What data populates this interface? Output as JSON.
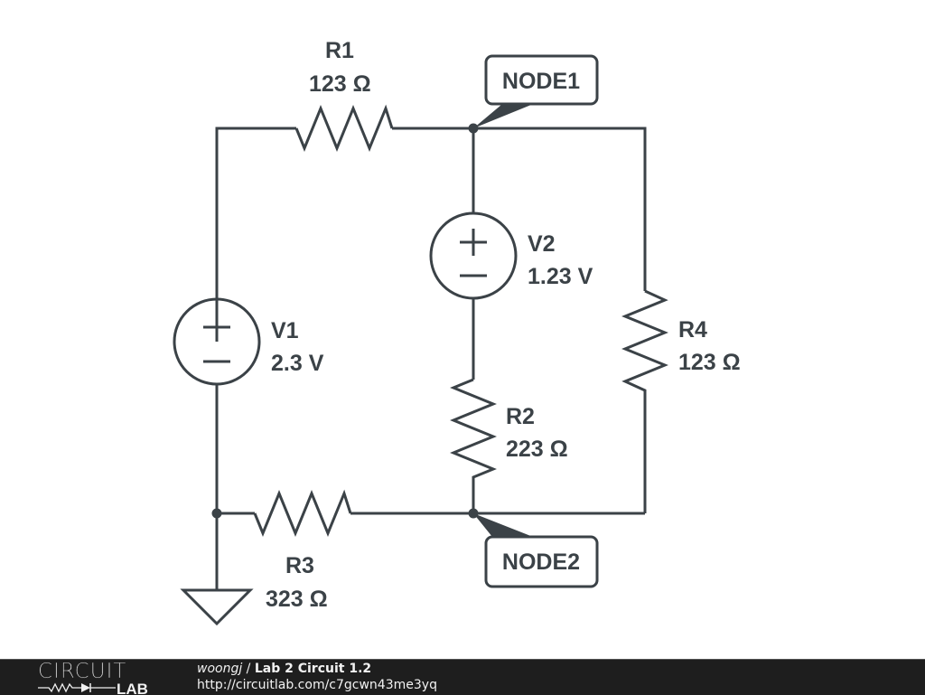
{
  "circuit": {
    "components": {
      "R1": {
        "name": "R1",
        "value": "123 Ω"
      },
      "R2": {
        "name": "R2",
        "value": "223 Ω"
      },
      "R3": {
        "name": "R3",
        "value": "323 Ω"
      },
      "R4": {
        "name": "R4",
        "value": "123 Ω"
      },
      "V1": {
        "name": "V1",
        "value": "2.3 V"
      },
      "V2": {
        "name": "V2",
        "value": "1.23 V"
      }
    },
    "nodes": {
      "node1": "NODE1",
      "node2": "NODE2"
    },
    "colors": {
      "stroke": "#3b4247",
      "background": "#ffffff"
    }
  },
  "footer": {
    "logo_top": "CIRCUIT",
    "logo_bottom": "LAB",
    "user": "woongj",
    "separator": " / ",
    "title": "Lab 2 Circuit 1.2",
    "url": "http://circuitlab.com/c7gcwn43me3yq",
    "background": "#1e1e1e"
  }
}
